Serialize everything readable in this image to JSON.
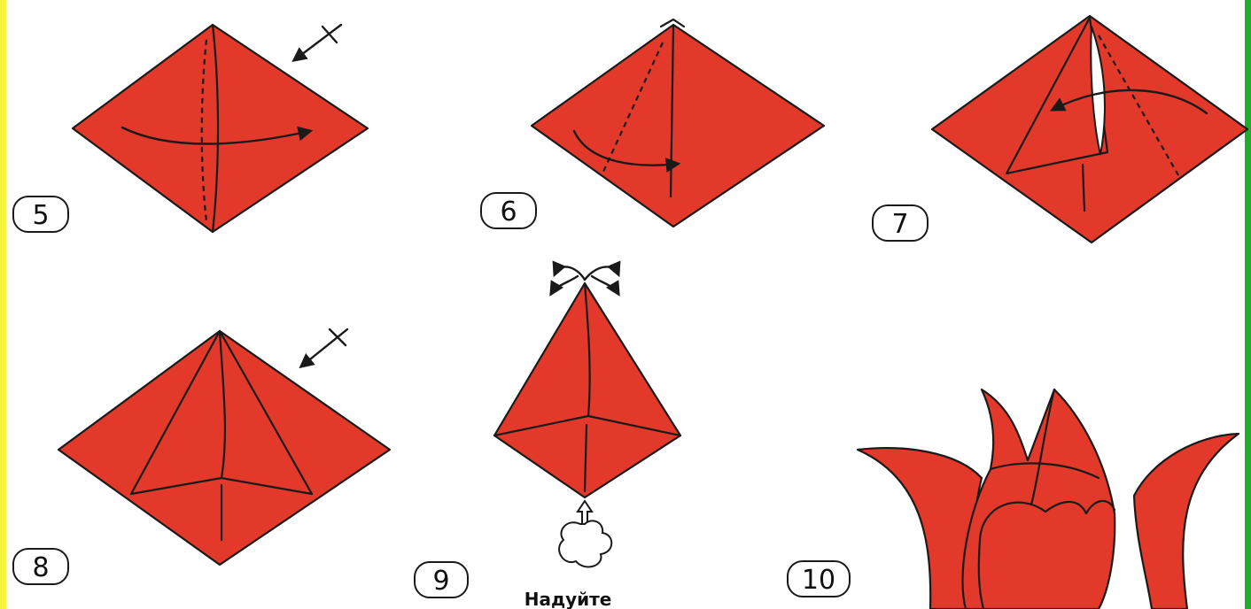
{
  "steps": [
    {
      "number": "5"
    },
    {
      "number": "6"
    },
    {
      "number": "7"
    },
    {
      "number": "8"
    },
    {
      "number": "9",
      "caption": "Надуйте"
    },
    {
      "number": "10"
    }
  ],
  "colors": {
    "paper": "#e2392b",
    "outline": "#1a1a1a",
    "left_edge": "#f4f43a",
    "right_edge": "#1fae2c"
  }
}
